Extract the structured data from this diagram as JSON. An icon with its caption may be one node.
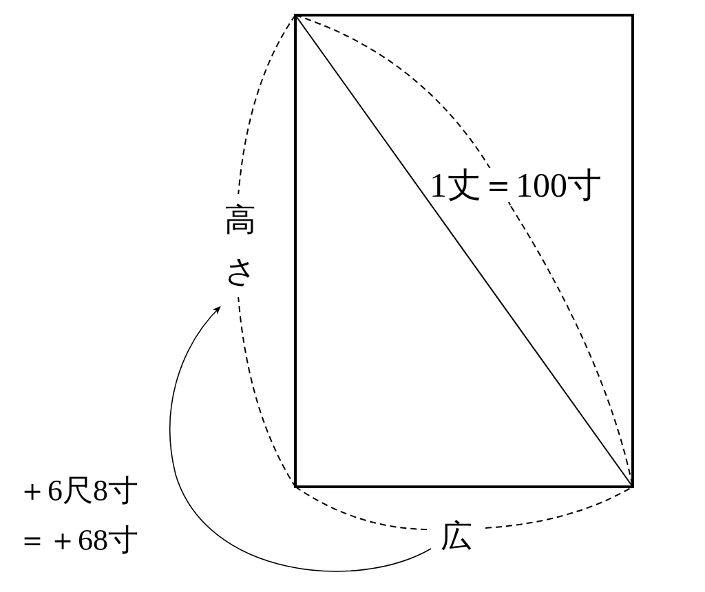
{
  "diagram": {
    "nodes": [
      {
        "text": [
          "高さ"
        ]
      },
      {
        "text": [
          "広"
        ]
      }
    ],
    "edges": [
      {
        "from": 1,
        "to": 0,
        "arrow": "to"
      }
    ],
    "labels": [
      "1丈＝100寸",
      "＋6尺8寸",
      "＝＋68寸"
    ]
  }
}
